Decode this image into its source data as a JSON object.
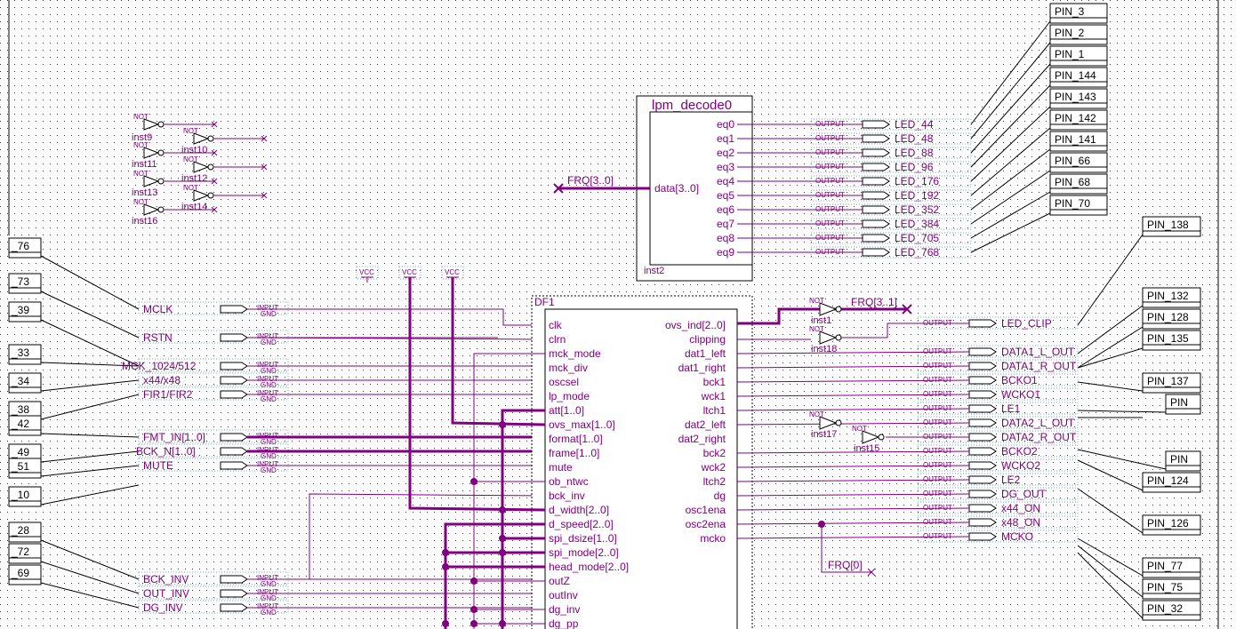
{
  "colors": {
    "wire": "#800080",
    "bus": "#800080",
    "pin_box": "#000000",
    "dot_grid": "#000000"
  },
  "decoder": {
    "title": "lpm_decode0",
    "input": "data[3..0]",
    "input_signal": "FRQ[3..0]",
    "instance": "inst2",
    "outputs": [
      "eq0",
      "eq1",
      "eq2",
      "eq3",
      "eq4",
      "eq5",
      "eq6",
      "eq7",
      "eq8",
      "eq9"
    ],
    "leds": [
      "LED_44",
      "LED_48",
      "LED_88",
      "LED_96",
      "LED_176",
      "LED_192",
      "LED_352",
      "LED_384",
      "LED_705",
      "LED_768"
    ]
  },
  "right_pins_top": [
    "PIN_3",
    "PIN_2",
    "PIN_1",
    "PIN_144",
    "PIN_143",
    "PIN_142",
    "PIN_141",
    "PIN_66",
    "PIN_68",
    "PIN_70"
  ],
  "right_pins_mid": [
    "PIN_138",
    "PIN_132",
    "PIN_128",
    "PIN_135",
    "PIN_137",
    "PIN",
    "PIN",
    "PIN_124",
    "PIN_126",
    "PIN_77",
    "PIN_75",
    "PIN_32"
  ],
  "left_pins": [
    "_76",
    "_73",
    "_39",
    "_33",
    "_34",
    "_38",
    "_42",
    "_49",
    "_51",
    "_10",
    "_28",
    "_72",
    "_69"
  ],
  "not_gates": {
    "label": "NOT",
    "instances": [
      "inst9",
      "inst10",
      "inst11",
      "inst12",
      "inst13",
      "inst14",
      "inst16"
    ]
  },
  "vcc": [
    "VCC",
    "VCC",
    "VCC"
  ],
  "inputs": [
    "MCLK",
    "RSTN",
    "MCK_1024/512",
    "x44/x48",
    "FIR1/FIR2",
    "FMT_IN[1..0]",
    "BCK_N[1..0]",
    "MUTE",
    "BCK_INV",
    "OUT_INV",
    "DG_INV"
  ],
  "input_tag": "INPUT",
  "gnd_tag": "GND",
  "output_tag": "OUTPUT",
  "df1": {
    "title": "DF1",
    "left_ports": [
      "clk",
      "clrn",
      "mck_mode",
      "mck_div",
      "oscsel",
      "lp_mode",
      "att[1..0]",
      "ovs_max[1..0]",
      "format[1..0]",
      "frame[1..0]",
      "mute",
      "ob_ntwc",
      "bck_inv",
      "d_width[2..0]",
      "d_speed[2..0]",
      "spi_dsize[1..0]",
      "spi_mode[2..0]",
      "head_mode[2..0]",
      "outZ",
      "outInv",
      "dg_inv",
      "dg_pp"
    ],
    "right_ports": [
      "ovs_ind[2..0]",
      "clipping",
      "dat1_left",
      "dat1_right",
      "bck1",
      "wck1",
      "ltch1",
      "dat2_left",
      "dat2_right",
      "bck2",
      "wck2",
      "ltch2",
      "dg",
      "osc1ena",
      "osc2ena",
      "mcko"
    ]
  },
  "frq31": "FRQ[3..1]",
  "frq0": "FRQ[0]",
  "not_right": {
    "label": "NOT",
    "instances": [
      "inst1",
      "inst18",
      "inst17",
      "inst15"
    ]
  },
  "outputs": [
    "LED_CLIP",
    "DATA1_L_OUT",
    "DATA1_R_OUT",
    "BCKO1",
    "WCKO1",
    "LE1",
    "DATA2_L_OUT",
    "DATA2_R_OUT",
    "BCKO2",
    "WCKO2",
    "LE2",
    "DG_OUT",
    "x44_ON",
    "x48_ON",
    "MCKO"
  ]
}
